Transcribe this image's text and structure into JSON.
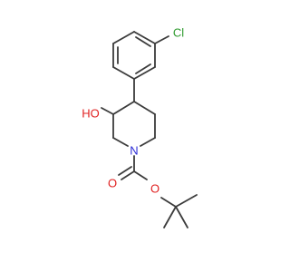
{
  "molecule": {
    "labels": {
      "chlorine": "Cl",
      "hydroxyl": "HO",
      "nitrogen": "N",
      "carbonyl_oxygen": "O",
      "ester_oxygen": "O"
    },
    "colors": {
      "bond": "#3b3b3b",
      "chlorine": "#2e9a2e",
      "oxygen": "#e02020",
      "nitrogen": "#2b2bd6"
    }
  }
}
